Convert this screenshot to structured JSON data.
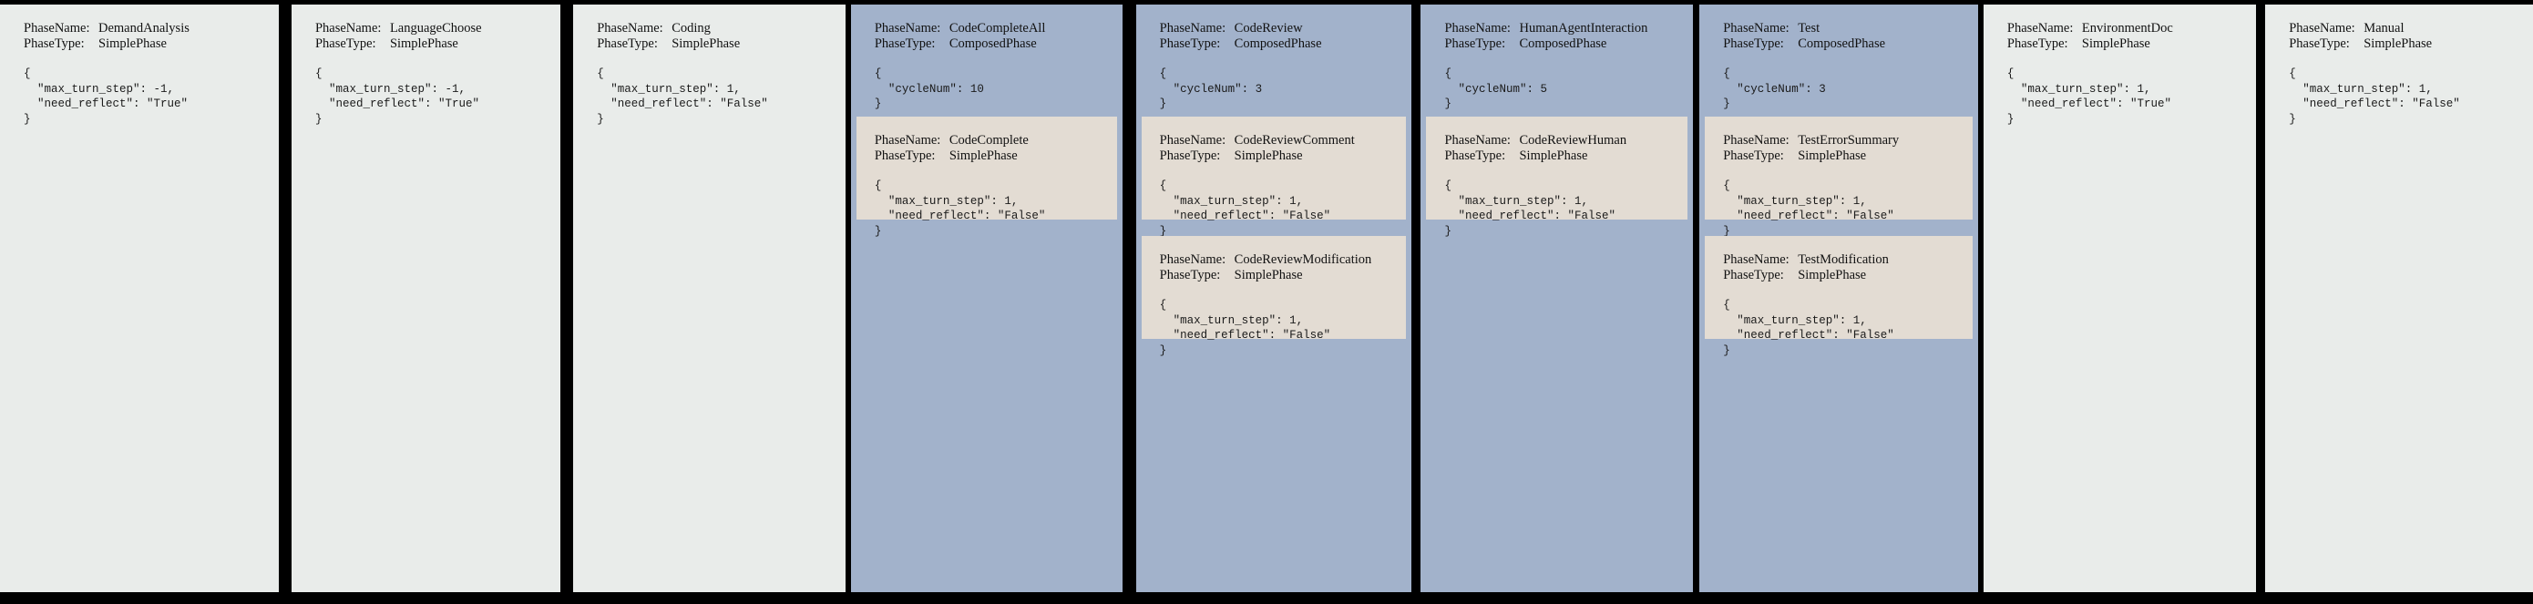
{
  "board": {
    "background_color": "#000000",
    "simple_card_color": "#e9ecea",
    "composed_header_color": "#a2b2cb",
    "sub_phase_color": "#e3dcd3",
    "label_phase_name": "PhaseName:",
    "label_phase_type": "PhaseType:"
  },
  "cards": [
    {
      "kind": "simple",
      "phase_name": "DemandAnalysis",
      "phase_type": "SimplePhase",
      "json_text": "{\n  \"max_turn_step\": -1,\n  \"need_reflect\": \"True\"\n}",
      "config": {
        "max_turn_step": -1,
        "need_reflect": "True"
      }
    },
    {
      "kind": "simple",
      "phase_name": "LanguageChoose",
      "phase_type": "SimplePhase",
      "json_text": "{\n  \"max_turn_step\": -1,\n  \"need_reflect\": \"True\"\n}",
      "config": {
        "max_turn_step": -1,
        "need_reflect": "True"
      }
    },
    {
      "kind": "simple",
      "phase_name": "Coding",
      "phase_type": "SimplePhase",
      "json_text": "{\n  \"max_turn_step\": 1,\n  \"need_reflect\": \"False\"\n}",
      "config": {
        "max_turn_step": 1,
        "need_reflect": "False"
      }
    },
    {
      "kind": "composed",
      "phase_name": "CodeCompleteAll",
      "phase_type": "ComposedPhase",
      "json_text": "{\n  \"cycleNum\": 10\n}",
      "config": {
        "cycleNum": 10
      },
      "sub_phases": [
        {
          "phase_name": "CodeComplete",
          "phase_type": "SimplePhase",
          "json_text": "{\n  \"max_turn_step\": 1,\n  \"need_reflect\": \"False\"\n}",
          "config": {
            "max_turn_step": 1,
            "need_reflect": "False"
          }
        }
      ]
    },
    {
      "kind": "composed",
      "phase_name": "CodeReview",
      "phase_type": "ComposedPhase",
      "json_text": "{\n  \"cycleNum\": 3\n}",
      "config": {
        "cycleNum": 3
      },
      "sub_phases": [
        {
          "phase_name": "CodeReviewComment",
          "phase_type": "SimplePhase",
          "json_text": "{\n  \"max_turn_step\": 1,\n  \"need_reflect\": \"False\"\n}",
          "config": {
            "max_turn_step": 1,
            "need_reflect": "False"
          }
        },
        {
          "phase_name": "CodeReviewModification",
          "phase_type": "SimplePhase",
          "json_text": "{\n  \"max_turn_step\": 1,\n  \"need_reflect\": \"False\"\n}",
          "config": {
            "max_turn_step": 1,
            "need_reflect": "False"
          }
        }
      ]
    },
    {
      "kind": "composed",
      "phase_name": "HumanAgentInteraction",
      "phase_type": "ComposedPhase",
      "json_text": "{\n  \"cycleNum\": 5\n}",
      "config": {
        "cycleNum": 5
      },
      "sub_phases": [
        {
          "phase_name": "CodeReviewHuman",
          "phase_type": "SimplePhase",
          "json_text": "{\n  \"max_turn_step\": 1,\n  \"need_reflect\": \"False\"\n}",
          "config": {
            "max_turn_step": 1,
            "need_reflect": "False"
          }
        }
      ]
    },
    {
      "kind": "composed",
      "phase_name": "Test",
      "phase_type": "ComposedPhase",
      "json_text": "{\n  \"cycleNum\": 3\n}",
      "config": {
        "cycleNum": 3
      },
      "sub_phases": [
        {
          "phase_name": "TestErrorSummary",
          "phase_type": "SimplePhase",
          "json_text": "{\n  \"max_turn_step\": 1,\n  \"need_reflect\": \"False\"\n}",
          "config": {
            "max_turn_step": 1,
            "need_reflect": "False"
          }
        },
        {
          "phase_name": "TestModification",
          "phase_type": "SimplePhase",
          "json_text": "{\n  \"max_turn_step\": 1,\n  \"need_reflect\": \"False\"\n}",
          "config": {
            "max_turn_step": 1,
            "need_reflect": "False"
          }
        }
      ]
    },
    {
      "kind": "simple",
      "phase_name": "EnvironmentDoc",
      "phase_type": "SimplePhase",
      "json_text": "{\n  \"max_turn_step\": 1,\n  \"need_reflect\": \"True\"\n}",
      "config": {
        "max_turn_step": 1,
        "need_reflect": "True"
      }
    },
    {
      "kind": "simple",
      "phase_name": "Manual",
      "phase_type": "SimplePhase",
      "json_text": "{\n  \"max_turn_step\": 1,\n  \"need_reflect\": \"False\"\n}",
      "config": {
        "max_turn_step": 1,
        "need_reflect": "False"
      }
    }
  ]
}
